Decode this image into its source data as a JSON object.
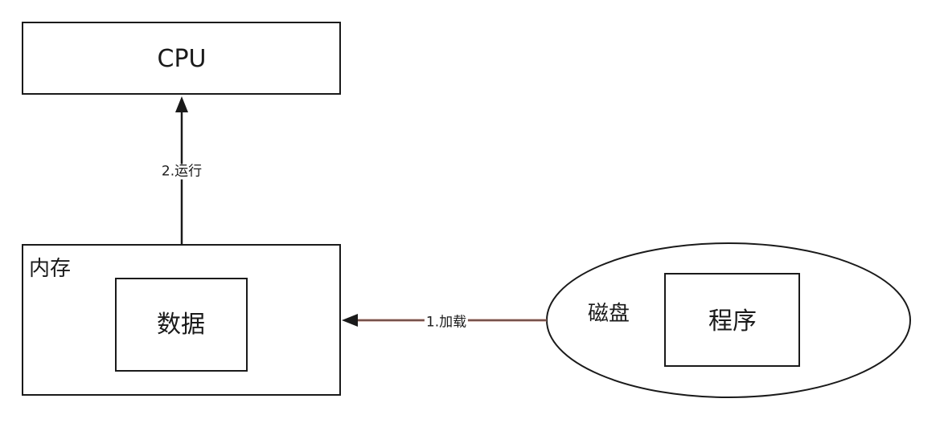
{
  "nodes": {
    "cpu": {
      "label": "CPU"
    },
    "memory": {
      "label": "内存"
    },
    "data": {
      "label": "数据"
    },
    "disk": {
      "label": "磁盘"
    },
    "program": {
      "label": "程序"
    }
  },
  "edges": {
    "load": {
      "label": "1.加载",
      "color": "#b07b6f"
    },
    "run": {
      "label": "2.运行",
      "color": "#1a1a1a"
    }
  }
}
